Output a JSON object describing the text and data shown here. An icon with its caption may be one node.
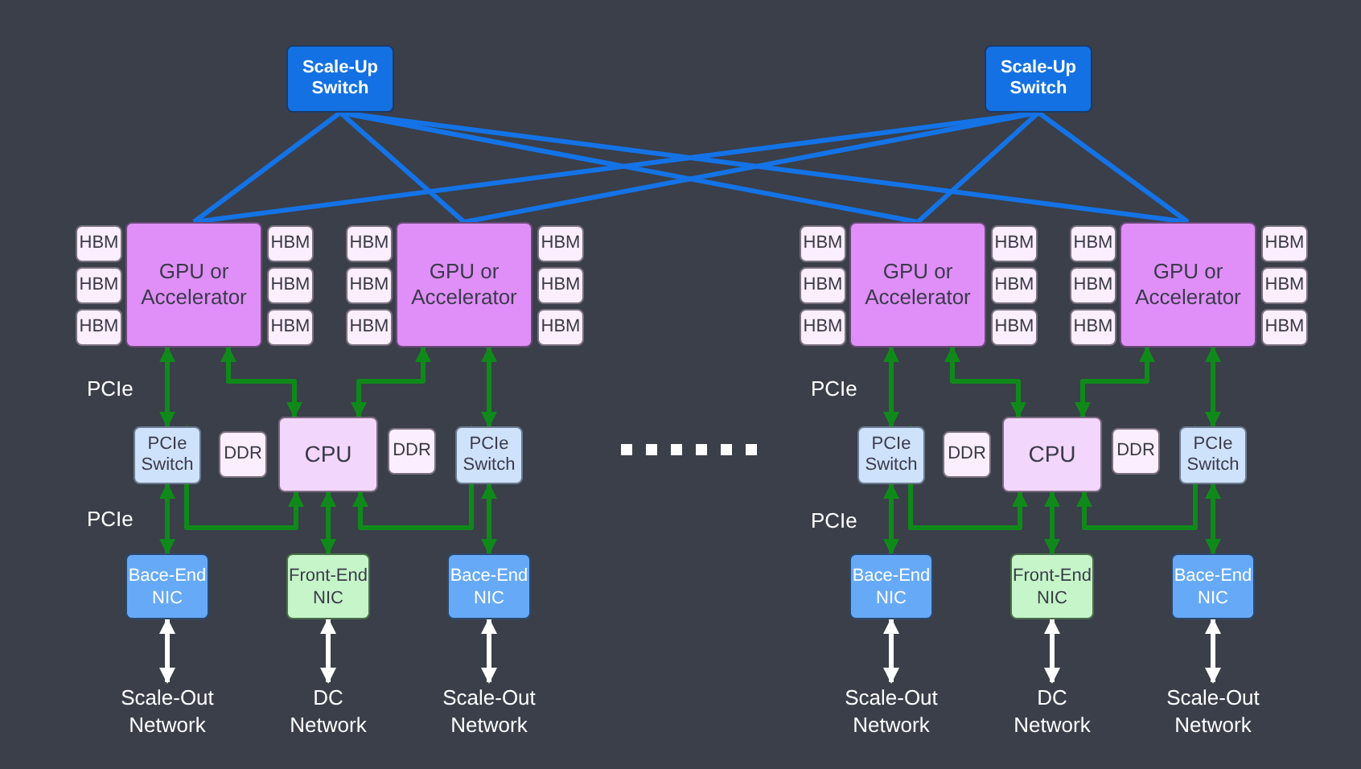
{
  "diagram": {
    "nodes": [
      {
        "text": [
          "Scale-Up Switch"
        ]
      },
      {
        "text": [
          "Scale-Up Switch"
        ]
      },
      {
        "text": [
          "GPU or Accelerator"
        ]
      },
      {
        "text": [
          "HBM"
        ]
      },
      {
        "text": [
          "HBM"
        ]
      },
      {
        "text": [
          "HBM"
        ]
      },
      {
        "text": [
          "HBM"
        ]
      },
      {
        "text": [
          "HBM"
        ]
      },
      {
        "text": [
          "HBM"
        ]
      },
      {
        "text": [
          "GPU or Accelerator"
        ]
      },
      {
        "text": [
          "HBM"
        ]
      },
      {
        "text": [
          "HBM"
        ]
      },
      {
        "text": [
          "HBM"
        ]
      },
      {
        "text": [
          "HBM"
        ]
      },
      {
        "text": [
          "HBM"
        ]
      },
      {
        "text": [
          "HBM"
        ]
      },
      {
        "text": [
          "PCIe Switch"
        ]
      },
      {
        "text": [
          "DDR"
        ]
      },
      {
        "text": [
          "CPU"
        ]
      },
      {
        "text": [
          "DDR"
        ]
      },
      {
        "text": [
          "PCIe Switch"
        ]
      },
      {
        "text": [
          "Bace-End NIC"
        ]
      },
      {
        "text": [
          "Front-End NIC"
        ]
      },
      {
        "text": [
          "Bace-End NIC"
        ]
      },
      {
        "text": [
          "Scale-Out Network"
        ]
      },
      {
        "text": [
          "DC Network"
        ]
      },
      {
        "text": [
          "Scale-Out Network"
        ]
      },
      {
        "text": [
          "GPU or Accelerator"
        ]
      },
      {
        "text": [
          "HBM"
        ]
      },
      {
        "text": [
          "HBM"
        ]
      },
      {
        "text": [
          "HBM"
        ]
      },
      {
        "text": [
          "HBM"
        ]
      },
      {
        "text": [
          "HBM"
        ]
      },
      {
        "text": [
          "HBM"
        ]
      },
      {
        "text": [
          "GPU or Accelerator"
        ]
      },
      {
        "text": [
          "HBM"
        ]
      },
      {
        "text": [
          "HBM"
        ]
      },
      {
        "text": [
          "HBM"
        ]
      },
      {
        "text": [
          "HBM"
        ]
      },
      {
        "text": [
          "HBM"
        ]
      },
      {
        "text": [
          "HBM"
        ]
      },
      {
        "text": [
          "PCIe Switch"
        ]
      },
      {
        "text": [
          "DDR"
        ]
      },
      {
        "text": [
          "CPU"
        ]
      },
      {
        "text": [
          "DDR"
        ]
      },
      {
        "text": [
          "PCIe Switch"
        ]
      },
      {
        "text": [
          "Bace-End NIC"
        ]
      },
      {
        "text": [
          "Front-End NIC"
        ]
      },
      {
        "text": [
          "Bace-End NIC"
        ]
      },
      {
        "text": [
          "Scale-Out Network"
        ]
      },
      {
        "text": [
          "DC Network"
        ]
      },
      {
        "text": [
          "Scale-Out Network"
        ]
      }
    ],
    "edges": [
      {
        "from": 0,
        "to": 2,
        "arrow": "none",
        "color": "#1473e6"
      },
      {
        "from": 0,
        "to": 9,
        "arrow": "none",
        "color": "#1473e6"
      },
      {
        "from": 0,
        "to": 27,
        "arrow": "none",
        "color": "#1473e6"
      },
      {
        "from": 0,
        "to": 34,
        "arrow": "none",
        "color": "#1473e6"
      },
      {
        "from": 1,
        "to": 2,
        "arrow": "none",
        "color": "#1473e6"
      },
      {
        "from": 1,
        "to": 9,
        "arrow": "none",
        "color": "#1473e6"
      },
      {
        "from": 1,
        "to": 27,
        "arrow": "none",
        "color": "#1473e6"
      },
      {
        "from": 1,
        "to": 34,
        "arrow": "none",
        "color": "#1473e6"
      },
      {
        "from": 2,
        "to": 16,
        "arrow": "both"
      },
      {
        "from": 2,
        "to": 18,
        "arrow": "both"
      },
      {
        "from": 9,
        "to": 18,
        "arrow": "both"
      },
      {
        "from": 9,
        "to": 20,
        "arrow": "both"
      },
      {
        "from": 16,
        "to": 21,
        "arrow": "both"
      },
      {
        "from": 16,
        "to": 18,
        "arrow": "both"
      },
      {
        "from": 18,
        "to": 22,
        "arrow": "both"
      },
      {
        "from": 18,
        "to": 20,
        "arrow": "both"
      },
      {
        "from": 20,
        "to": 23,
        "arrow": "both"
      },
      {
        "from": 21,
        "to": 24,
        "arrow": "both",
        "color": "#ffffff"
      },
      {
        "from": 22,
        "to": 25,
        "arrow": "both",
        "color": "#ffffff"
      },
      {
        "from": 23,
        "to": 26,
        "arrow": "both",
        "color": "#ffffff"
      },
      {
        "from": 27,
        "to": 41,
        "arrow": "both"
      },
      {
        "from": 27,
        "to": 43,
        "arrow": "both"
      },
      {
        "from": 34,
        "to": 43,
        "arrow": "both"
      },
      {
        "from": 34,
        "to": 45,
        "arrow": "both"
      },
      {
        "from": 41,
        "to": 46,
        "arrow": "both"
      },
      {
        "from": 41,
        "to": 43,
        "arrow": "both"
      },
      {
        "from": 43,
        "to": 47,
        "arrow": "both"
      },
      {
        "from": 43,
        "to": 45,
        "arrow": "both"
      },
      {
        "from": 45,
        "to": 48,
        "arrow": "both"
      },
      {
        "from": 46,
        "to": 49,
        "arrow": "both",
        "color": "#ffffff"
      },
      {
        "from": 47,
        "to": 50,
        "arrow": "both",
        "color": "#ffffff"
      },
      {
        "from": 48,
        "to": 51,
        "arrow": "both",
        "color": "#ffffff"
      }
    ],
    "labels": [
      "PCIe",
      "PCIe",
      "PCIe",
      "PCIe"
    ]
  }
}
